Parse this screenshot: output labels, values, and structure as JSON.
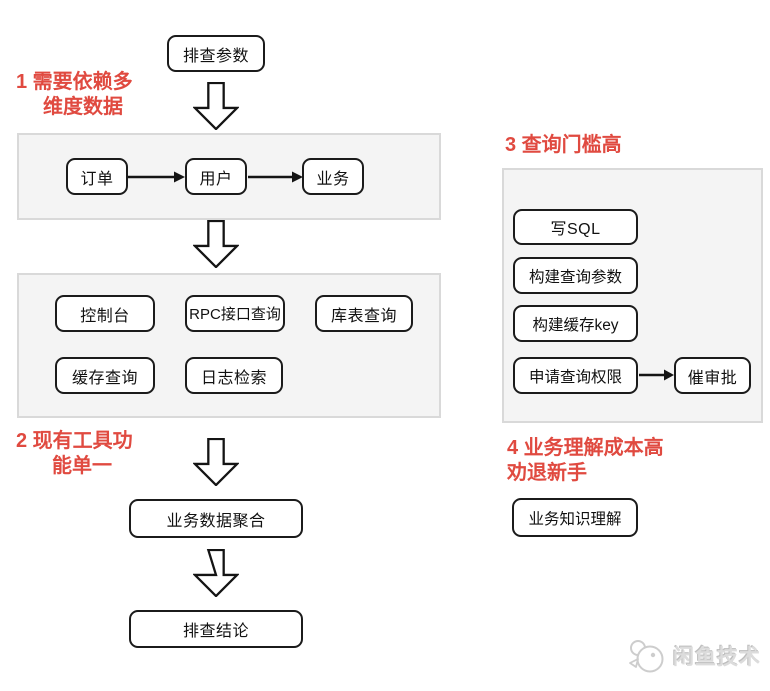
{
  "colors": {
    "annotation_red": "#e04a40",
    "container_bg": "#f4f4f4",
    "container_border": "#d9d9d9",
    "node_border": "#1b1b1b",
    "watermark_gray": "#c9c9c9"
  },
  "annotations": {
    "a1_line1": "1 需要依赖多",
    "a1_line2": "维度数据",
    "a2_line1": "2 现有工具功",
    "a2_line2": "能单一",
    "a3": "3 查询门槛高",
    "a4_line1": "4 业务理解成本高",
    "a4_line2": "劝退新手"
  },
  "nodes": {
    "troubleshoot_params": "排查参数",
    "order": "订单",
    "user": "用户",
    "business": "业务",
    "console": "控制台",
    "rpc_query": "RPC接口查询",
    "db_table_query": "库表查询",
    "cache_query": "缓存查询",
    "log_search": "日志检索",
    "data_aggregation": "业务数据聚合",
    "conclusion": "排查结论",
    "write_sql": "写SQL",
    "build_query_params": "构建查询参数",
    "build_cache_key": "构建缓存key",
    "apply_query_permission": "申请查询权限",
    "urge_approval": "催审批",
    "biz_knowledge": "业务知识理解"
  },
  "watermark": {
    "brand": "闲鱼技术"
  }
}
